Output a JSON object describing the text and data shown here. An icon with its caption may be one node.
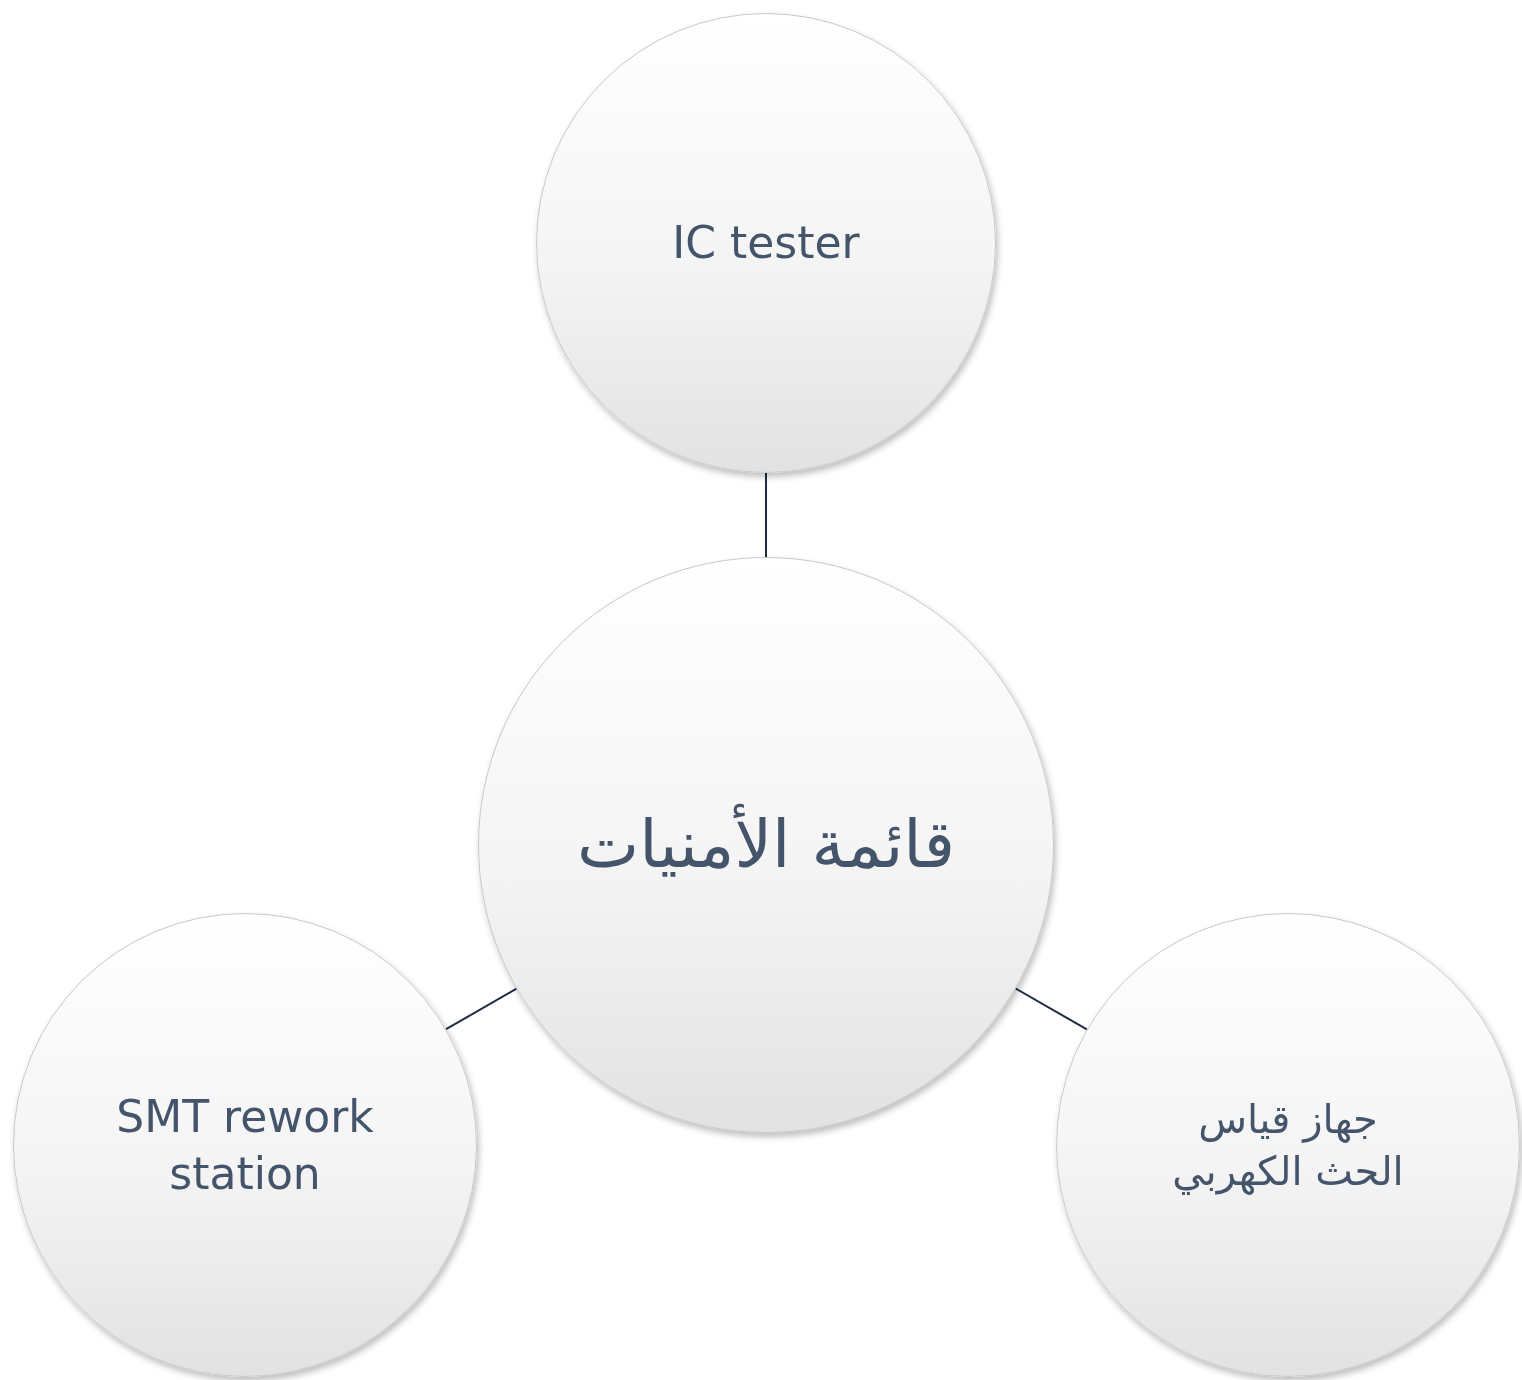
{
  "diagram": {
    "nodes": [
      {
        "text": [
          "IC tester"
        ]
      },
      {
        "text": [
          "قائمة الأمنيات"
        ]
      },
      {
        "text": [
          "SMT rework station"
        ]
      },
      {
        "text": [
          "جهاز قياس الحث الكهربي"
        ]
      }
    ],
    "edges": [
      {
        "from": 0,
        "to": 1,
        "arrow": "none"
      },
      {
        "from": 2,
        "to": 1,
        "arrow": "none"
      },
      {
        "from": 3,
        "to": 1,
        "arrow": "none"
      }
    ]
  }
}
